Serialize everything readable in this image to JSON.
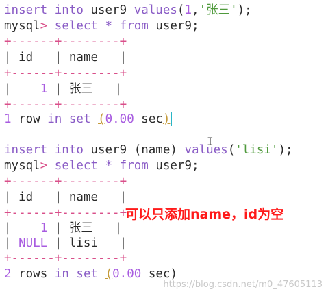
{
  "block1": {
    "insert_kw1": "insert",
    "insert_kw2": "into",
    "insert_table": "user9",
    "insert_kw3": "values",
    "insert_args_open": "(",
    "insert_num": "1",
    "insert_comma": ",",
    "insert_str": "'张三'",
    "insert_args_close": ");",
    "prompt": "mysql",
    "prompt_gt": ">",
    "select_kw": "select",
    "select_star": "*",
    "from_kw": "from",
    "select_table": "user9;",
    "border_top": "+------+--------+",
    "header_left": "| ",
    "header_id": "id",
    "header_mid": "   | ",
    "header_name": "name",
    "header_right": "   |",
    "border_mid": "+------+--------+",
    "row1_left": "|    ",
    "row1_id": "1",
    "row1_mid": " | ",
    "row1_name": "张三",
    "row1_right": "   |",
    "border_bottom": "+------+--------+",
    "result_count": "1",
    "result_row": "row",
    "result_in": "in",
    "result_set": "set",
    "result_open": "(",
    "result_time_0": "0",
    "result_time_rest": ".00",
    "result_sec": "sec",
    "result_close": ")"
  },
  "block2": {
    "insert_kw1": "insert",
    "insert_kw2": "into",
    "insert_table": "user9",
    "insert_cols": "(name)",
    "insert_kw3": "values",
    "insert_args_open": "(",
    "insert_str": "'lisi'",
    "insert_args_close": ");",
    "prompt": "mysql",
    "prompt_gt": ">",
    "select_kw": "select",
    "select_star": "*",
    "from_kw": "from",
    "select_table": "user9;",
    "border_top": "+------+--------+",
    "header_left": "| ",
    "header_id": "id",
    "header_mid": "   | ",
    "header_name": "name",
    "header_right": "   |",
    "border_mid": "+------+--------+",
    "row1_left": "|    ",
    "row1_id": "1",
    "row1_mid": " | ",
    "row1_name": "张三",
    "row1_right": "   |",
    "row2_left": "| ",
    "row2_id": "NULL",
    "row2_mid": " | ",
    "row2_name": "lisi",
    "row2_right": "   |",
    "border_bottom": "+------+--------+",
    "result_count": "2",
    "result_rows": "rows",
    "result_in": "in",
    "result_set": "set",
    "result_open": "(",
    "result_time_0": "0",
    "result_time_rest": ".00",
    "result_sec": "sec",
    "result_close": ")"
  },
  "annotation": "可以只添加name，id为空",
  "watermark": "https://blog.csdn.net/m0_47605113",
  "ibeam": "I",
  "colors": {
    "keyword": "#8a5cc6",
    "string": "#4f9a3c",
    "border": "#d94f8a",
    "annotation": "#ff1a1a",
    "cursor": "#2ab6c7"
  }
}
